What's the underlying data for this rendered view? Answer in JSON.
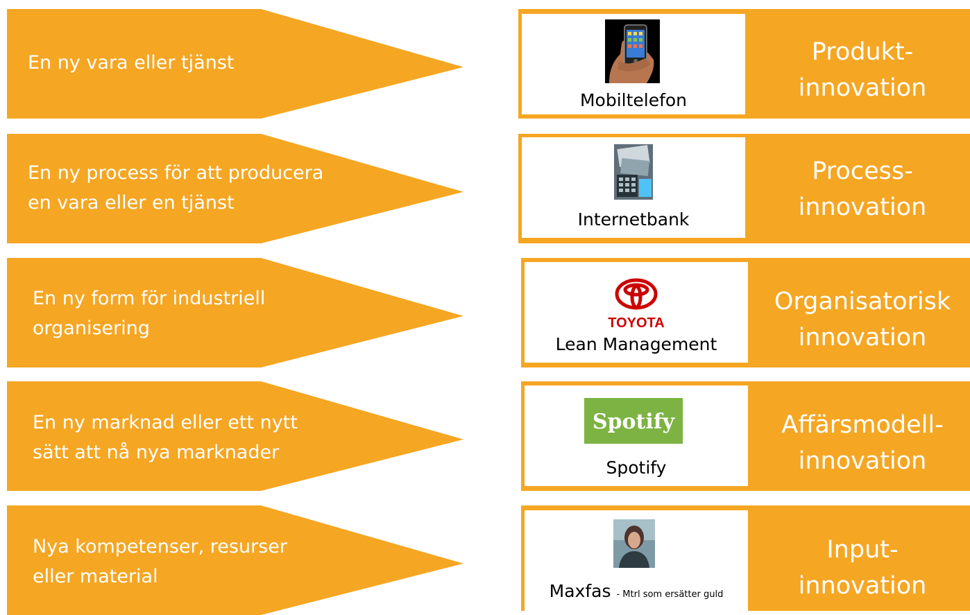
{
  "rows": [
    {
      "description_lines": [
        "En ny vara eller tjänst"
      ],
      "example_label": "Mobiltelefon",
      "example_image": "phone-in-hand-icon",
      "category_lines": [
        "Produkt-",
        "innovation"
      ]
    },
    {
      "description_lines": [
        "En ny process för att producera",
        "en vara eller en tjänst"
      ],
      "example_label": "Internetbank",
      "example_image": "bank-cards-calculator-icon",
      "category_lines": [
        "Process-",
        "innovation"
      ]
    },
    {
      "description_lines": [
        "En ny form för industriell",
        "organisering"
      ],
      "example_label": "Lean Management",
      "example_image": "toyota-logo",
      "logo_text": "TOYOTA",
      "category_lines": [
        "Organisatorisk",
        "innovation"
      ]
    },
    {
      "description_lines": [
        "En ny marknad eller ett nytt",
        "sätt att nå nya marknader"
      ],
      "example_label": "Spotify",
      "example_image": "spotify-logo",
      "logo_text": "Spotify",
      "category_lines": [
        "Affärsmodell-",
        "innovation"
      ]
    },
    {
      "description_lines": [
        "Nya kompetenser, resurser",
        "eller material"
      ],
      "example_label": "Maxfas",
      "example_sublabel": "- Mtrl som ersätter guld",
      "example_image": "person-portrait-icon",
      "category_lines": [
        "Input-",
        "innovation"
      ]
    }
  ],
  "colors": {
    "accent": "#F5A623",
    "text_on_accent": "#FFFFFF",
    "spotify_green": "#7CB342",
    "toyota_red": "#CC0000"
  }
}
